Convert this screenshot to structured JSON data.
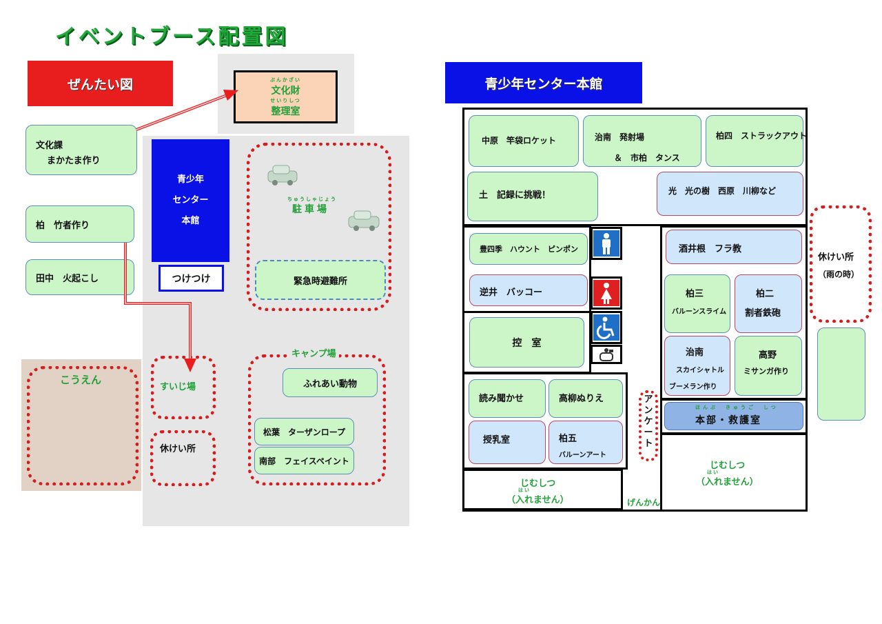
{
  "title": "イベントブース配置図",
  "left": {
    "banner": "ぜんたい図",
    "bunkazai": {
      "ruby1": "ぶんかざい",
      "line1": "文化財",
      "ruby2": "せいりしつ",
      "line2": "整理室"
    },
    "booths": [
      {
        "line1": "文化課",
        "line2": "まかたま作り"
      },
      {
        "line1": "柏　竹者作り"
      },
      {
        "line1": "田中　火起こし"
      }
    ],
    "center_building": [
      "青少年",
      "センター",
      "本館"
    ],
    "reception": "つけつけ",
    "parking": {
      "ruby": "ちゅうしゃじょう",
      "label": "駐車場"
    },
    "evacuation": "緊急時避難所",
    "camp": {
      "label": "キャンプ場",
      "items": [
        "ふれあい動物",
        "松葉　ターザンロープ",
        "南部　フェイスペイント"
      ]
    },
    "suiji": "すいじ場",
    "rest": "休けい所",
    "park": "こうえん"
  },
  "right": {
    "banner": "青少年センター本館",
    "top_rooms": [
      "中原　竿袋ロケット",
      "治南　発射場",
      "＆　市柏　タンス",
      "柏四　ストラックアウト",
      "土　記録に挑戦！",
      "光　光の樹　西原　川柳など"
    ],
    "mid_rooms": [
      "豊四季　ハウント　ピンポン",
      "逆井　バッコー",
      "控　室"
    ],
    "lower_rooms": [
      "読み聞かせ",
      "高柳ぬりえ",
      "授乳室",
      "柏五",
      "バルーンアート"
    ],
    "right_rooms": [
      "酒井根　フラ教",
      "柏三",
      "バルーンスライム",
      "柏二",
      "割者鉄砲",
      "治南",
      "スカイシャトル",
      "ブーメラン作り",
      "高野",
      "ミサンガ作り"
    ],
    "honbu": {
      "ruby": "ほんぶ　きゅうご　しつ",
      "label": "本部・救護室"
    },
    "jimushitsu": {
      "label": "じむしつ",
      "ruby": "はい",
      "sub": "（入れません）"
    },
    "anketo": "アンケート",
    "genkan": "げんかん",
    "rest": {
      "line1": "休けい所",
      "line2": "（雨の時）"
    },
    "icons": [
      "mens-restroom-icon",
      "womens-restroom-icon",
      "wheelchair-restroom-icon",
      "ostomy-restroom-icon"
    ]
  },
  "colors": {
    "red": "#e81d1d",
    "blue": "#0a11e6",
    "green": "#23a03a",
    "light_green": "#ccf5c8",
    "light_blue": "#cfe6fb"
  }
}
